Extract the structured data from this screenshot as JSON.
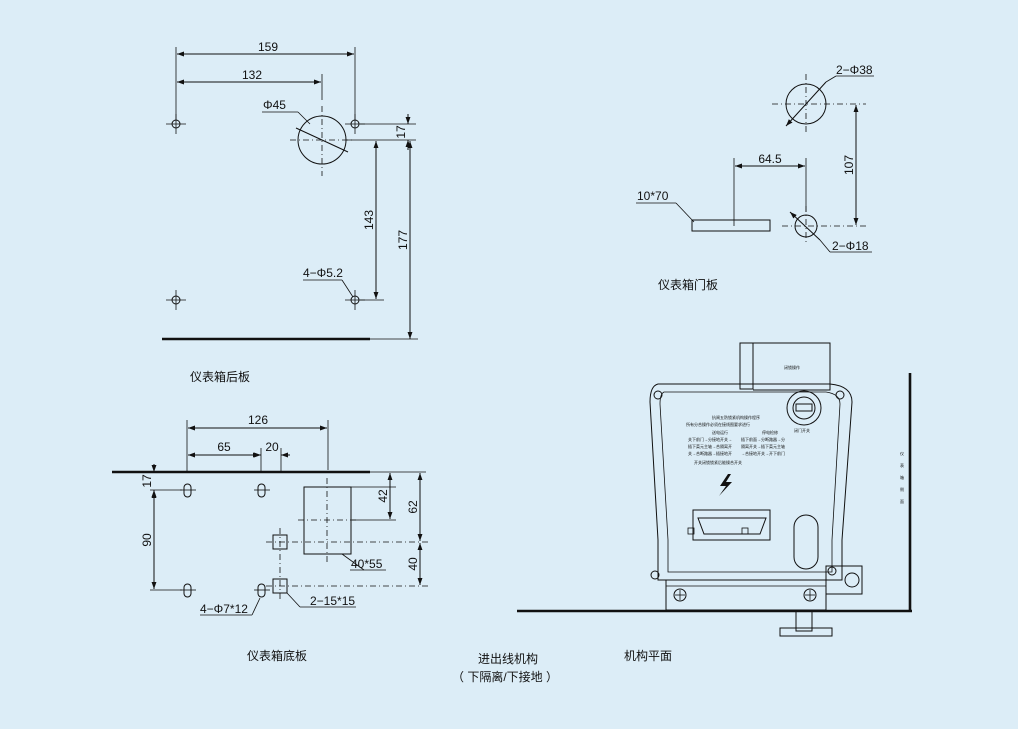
{
  "back_panel": {
    "caption": "仪表箱后板",
    "dim_159": "159",
    "dim_132": "132",
    "dim_phi45": "Φ45",
    "dim_17": "17",
    "dim_143": "143",
    "dim_177": "177",
    "dim_holes": "4−Φ5.2"
  },
  "door_panel": {
    "caption": "仪表箱门板",
    "dim_phi38": "2−Φ38",
    "dim_107": "107",
    "dim_645": "64.5",
    "dim_slot": "10*70",
    "dim_phi18": "2−Φ18"
  },
  "bottom_panel": {
    "caption": "仪表箱底板",
    "dim_126": "126",
    "dim_65": "65",
    "dim_20": "20",
    "dim_17": "17",
    "dim_90": "90",
    "dim_42": "42",
    "dim_62": "62",
    "dim_40": "40",
    "dim_rect": "40*55",
    "dim_holes": "4−Φ7*12",
    "dim_sq": "2−15*15"
  },
  "mechanism": {
    "caption_line1": "进出线机构",
    "caption_line2": "（ 下隔离/下接地 ）"
  },
  "plan": {
    "caption": "机构平面",
    "label_top": "闭锁操作",
    "label_knob": "闭门开关",
    "instr_1": "抗闸五防锁紧机构操作程序",
    "instr_2": "所有分合操作必须在接线图要求进行",
    "instr_3a": "送电运行",
    "instr_3b": "停电检修",
    "instr_4a": "关下前门→分接地开关→",
    "instr_4b": "插下前面→分断路器→分",
    "instr_5a": "插下菜元主轴→合隔离开",
    "instr_5b": "隔离开关→插下菜元主轴",
    "instr_6a": "关→合断路器→插接地开",
    "instr_6b": "→合接地开关→开下前门",
    "instr_7": "开关闭锁锁紧后能操合开关",
    "side_1": "仪",
    "side_2": "表",
    "side_3": "箱",
    "side_4": "侧",
    "side_5": "面"
  }
}
